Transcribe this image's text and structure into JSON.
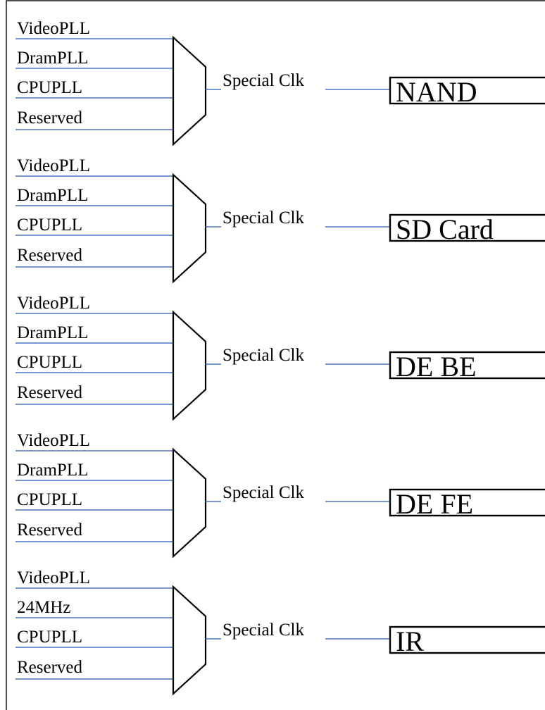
{
  "muxes": [
    {
      "inputs": [
        "VideoPLL",
        "DramPLL",
        "CPUPLL",
        "Reserved"
      ],
      "output": "Special Clk",
      "destination": "NAND"
    },
    {
      "inputs": [
        "VideoPLL",
        "DramPLL",
        "CPUPLL",
        "Reserved"
      ],
      "output": "Special Clk",
      "destination": "SD Card"
    },
    {
      "inputs": [
        "VideoPLL",
        "DramPLL",
        "CPUPLL",
        "Reserved"
      ],
      "output": "Special Clk",
      "destination": "DE BE"
    },
    {
      "inputs": [
        "VideoPLL",
        "DramPLL",
        "CPUPLL",
        "Reserved"
      ],
      "output": "Special Clk",
      "destination": "DE FE"
    },
    {
      "inputs": [
        "VideoPLL",
        "24MHz",
        "CPUPLL",
        "Reserved"
      ],
      "output": "Special Clk",
      "destination": "IR"
    }
  ],
  "colors": {
    "wire": "#4a72c4",
    "stroke": "#000000"
  }
}
